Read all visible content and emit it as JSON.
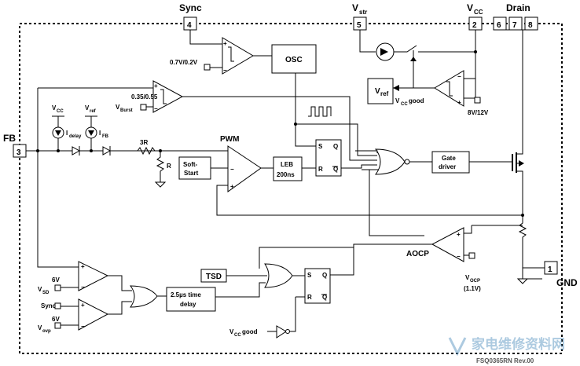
{
  "pins": {
    "sync": {
      "label": "Sync",
      "num": "4"
    },
    "vstr": {
      "label": "V",
      "sub": "str",
      "num": "5"
    },
    "vcc": {
      "label": "V",
      "sub": "CC",
      "num": "2"
    },
    "drain": {
      "label": "Drain",
      "nums": [
        "6",
        "7",
        "8"
      ]
    },
    "fb": {
      "label": "FB",
      "num": "3"
    },
    "gnd": {
      "label": "GND",
      "num": "1"
    }
  },
  "blocks": {
    "osc": "OSC",
    "vref": "V",
    "vref_sub": "ref",
    "soft_start_1": "Soft-",
    "soft_start_2": "Start",
    "pwm": "PWM",
    "leb_1": "LEB",
    "leb_2": "200ns",
    "gate_1": "Gate",
    "gate_2": "driver",
    "tsd": "TSD",
    "delay_1": "2.5µs time",
    "delay_2": "delay",
    "aocp": "AOCP"
  },
  "labels": {
    "sync_th": "0.7V/0.2V",
    "burst_th": "0.35/0.55",
    "vburst": "V",
    "vburst_sub": "Burst",
    "vcc_good": "V",
    "vcc_good_sub": "CC",
    "vcc_good_tail": " good",
    "uvlo_th": "8V/12V",
    "vcc_src": "V",
    "vcc_src_sub": "CC",
    "vref_src": "V",
    "vref_src_sub": "ref",
    "idelay": "I",
    "idelay_sub": "delay",
    "ifb": "I",
    "ifb_sub": "FB",
    "r3": "3R",
    "r1": "R",
    "vsd_6v": "6V",
    "vsd": "V",
    "vsd_sub": "SD",
    "sync_in": "Sync",
    "vovp_6v": "6V",
    "vovp": "V",
    "vovp_sub": "ovp",
    "vocp": "V",
    "vocp_sub": "OCP",
    "vocp_val": "(1.1V)",
    "vccgood_bottom": "V",
    "vccgood_bottom_sub": "CC",
    "vccgood_bottom_tail": " good",
    "ff_s": "S",
    "ff_r": "R",
    "ff_q": "Q",
    "ff_qb": "Q",
    "plus": "+",
    "minus": "−",
    "footer": "FSQ0365RN Rev.00"
  },
  "watermark": "家电维修资料网"
}
